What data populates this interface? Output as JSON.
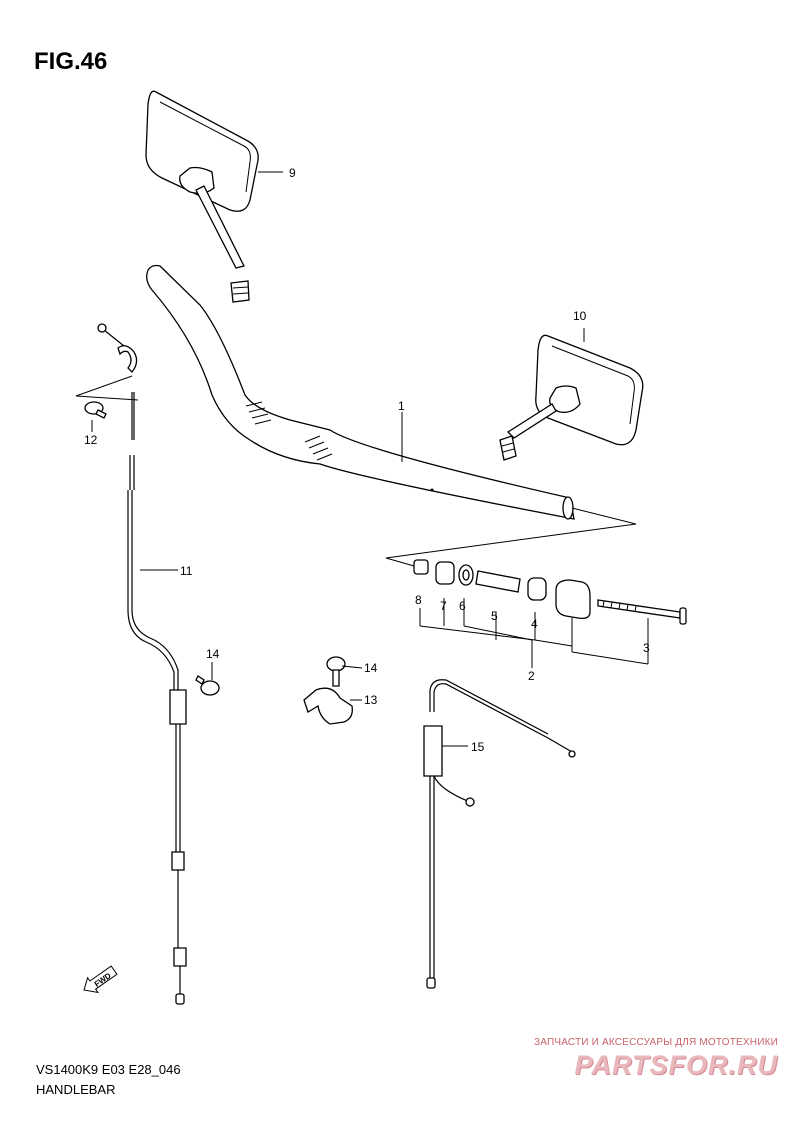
{
  "figure": {
    "title": "FIG.46"
  },
  "footer": {
    "model_code": "VS1400K9 E03 E28_046",
    "name": "HANDLEBAR"
  },
  "fwd_arrow": {
    "label": "FWD"
  },
  "watermark": {
    "tagline": "ЗАПЧАСТИ И АКСЕССУАРЫ ДЛЯ МОТОТЕХНИКИ",
    "logo": "PARTSFOR.RU"
  },
  "callouts": {
    "c1": "1",
    "c2": "2",
    "c3": "3",
    "c4": "4",
    "c5": "5",
    "c6": "6",
    "c7": "7",
    "c8": "8",
    "c9": "9",
    "c10": "10",
    "c11": "11",
    "c12": "12",
    "c13": "13",
    "c14a": "14",
    "c14b": "14",
    "c15": "15"
  }
}
